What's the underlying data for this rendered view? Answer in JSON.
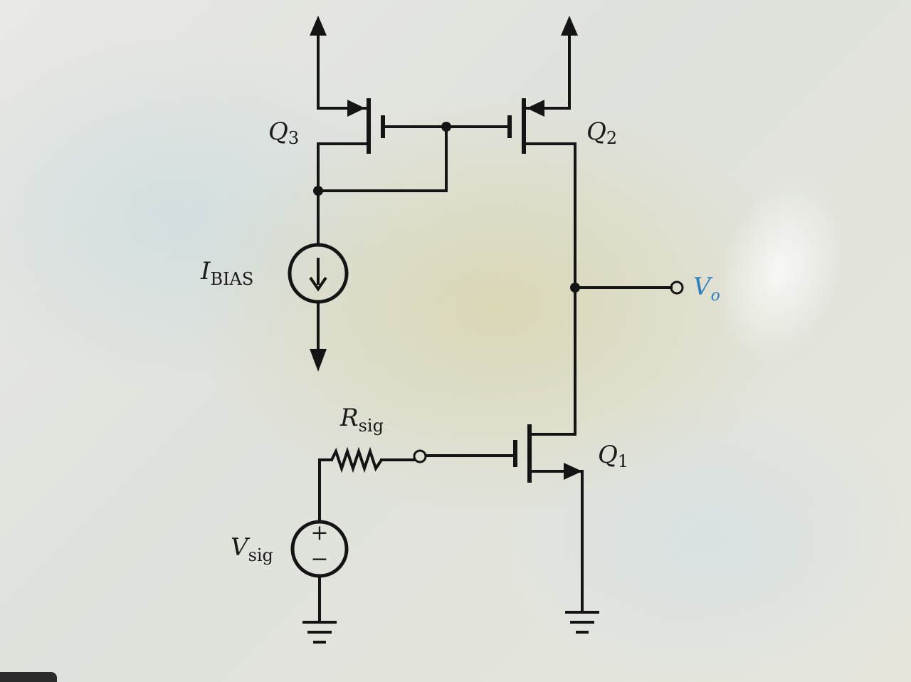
{
  "labels": {
    "q3": {
      "main": "Q",
      "sub": "3"
    },
    "q2": {
      "main": "Q",
      "sub": "2"
    },
    "q1": {
      "main": "Q",
      "sub": "1"
    },
    "ibias": {
      "main": "I",
      "sub": "BIAS"
    },
    "rsig": {
      "main": "R",
      "sub": "sig"
    },
    "vsig": {
      "main": "V",
      "sub": "sig"
    },
    "vo": {
      "main": "V",
      "sub": "o"
    },
    "source_plus": "+",
    "source_minus": "−"
  },
  "colors": {
    "wire": "#141414",
    "output_label": "#2f7fbf"
  }
}
